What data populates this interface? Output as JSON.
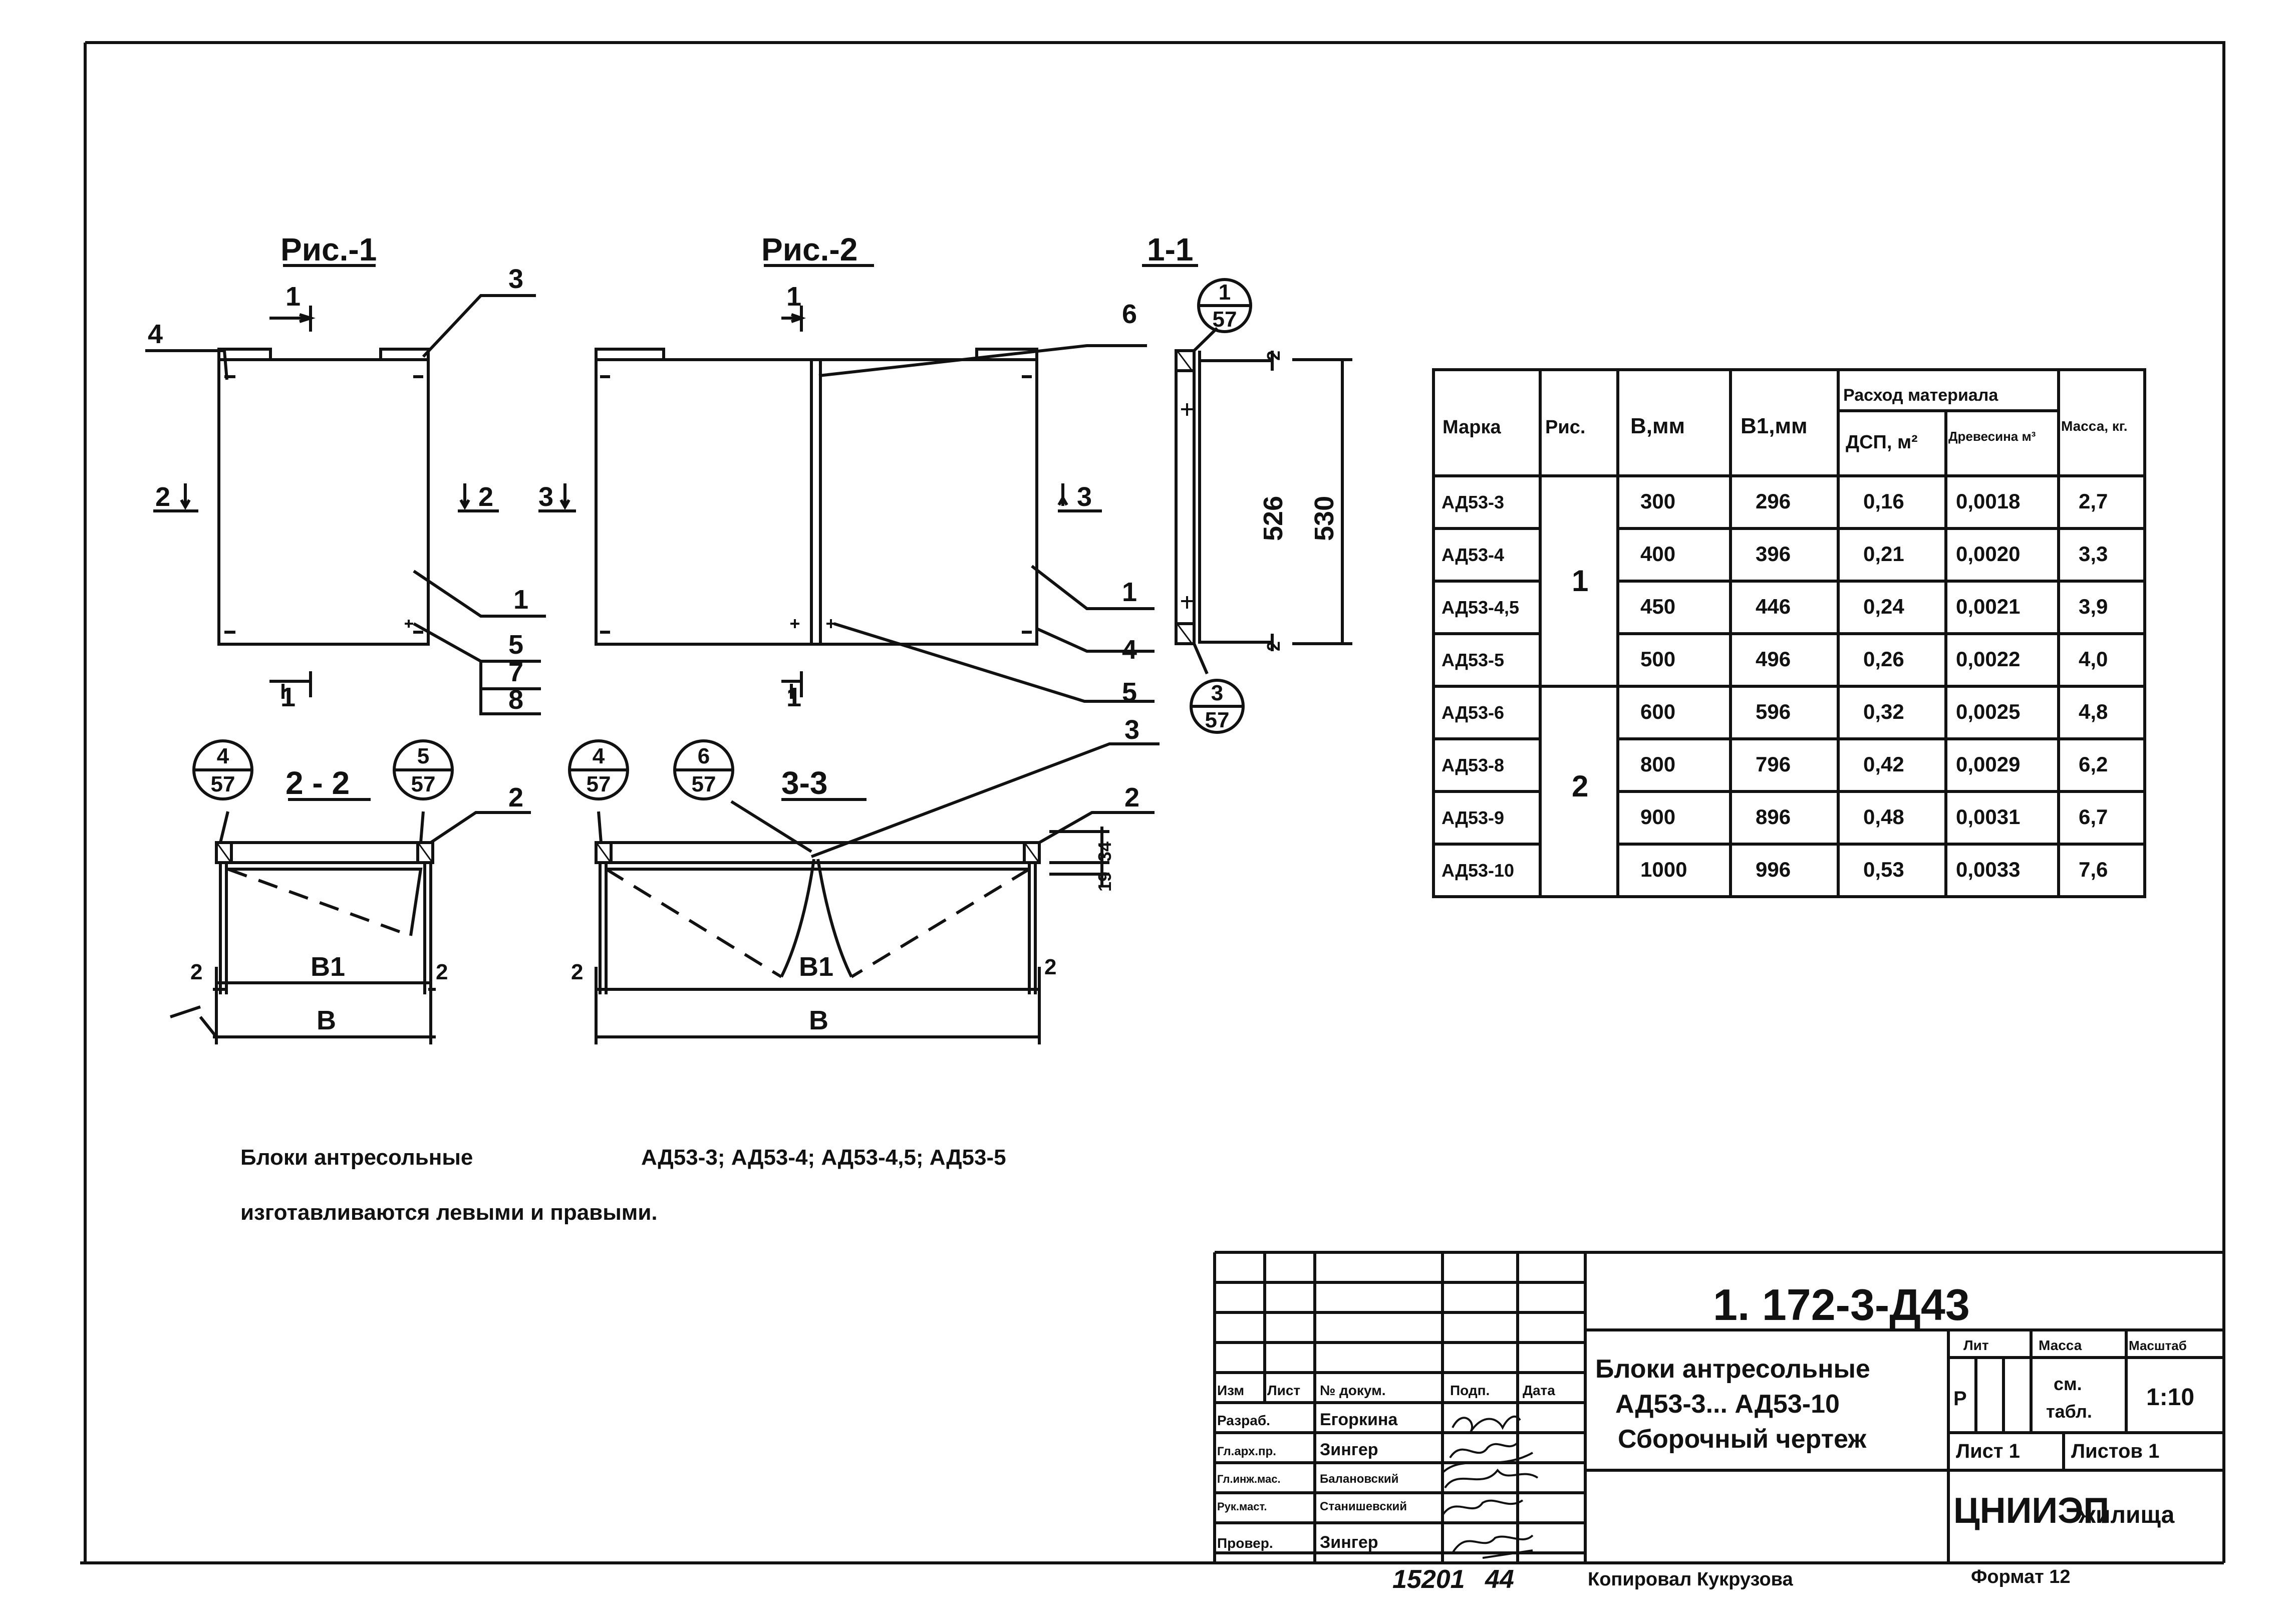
{
  "figures": {
    "fig1_label": "Рис.-1",
    "fig2_label": "Рис.-2",
    "sec11_label": "1-1",
    "sec22_label": "2 - 2",
    "sec33_label": "3-3",
    "cut1": "1",
    "cut2": "2",
    "cut3": "3",
    "dim_526": "526",
    "dim_530": "530",
    "dim_2": "2",
    "dim_34": "34",
    "dim_19": "19",
    "dim_B": "B",
    "dim_B1": "B1",
    "callouts": [
      "1",
      "2",
      "3",
      "4",
      "5",
      "6"
    ],
    "fraction_5_7": "5",
    "fraction_7": "7",
    "fraction_8": "8",
    "bubbles": [
      {
        "num": "1",
        "den": "57"
      },
      {
        "num": "3",
        "den": "57"
      },
      {
        "num": "4",
        "den": "57"
      },
      {
        "num": "5",
        "den": "57"
      },
      {
        "num": "4",
        "den": "57"
      },
      {
        "num": "6",
        "den": "57"
      }
    ]
  },
  "spec_table": {
    "headers": {
      "mark": "Марка",
      "fig": "Рис.",
      "b": "B,мм",
      "b1": "B1,мм",
      "consumption": "Расход материала",
      "dsp": "ДСП, м²",
      "wood": "Древесина м³",
      "mass": "Масса, кг."
    },
    "rows": [
      {
        "mark": "АД53-3",
        "b": "300",
        "b1": "296",
        "dsp": "0,16",
        "wood": "0,0018",
        "mass": "2,7"
      },
      {
        "mark": "АД53-4",
        "b": "400",
        "b1": "396",
        "dsp": "0,21",
        "wood": "0,0020",
        "mass": "3,3"
      },
      {
        "mark": "АД53-4,5",
        "b": "450",
        "b1": "446",
        "dsp": "0,24",
        "wood": "0,0021",
        "mass": "3,9"
      },
      {
        "mark": "АД53-5",
        "b": "500",
        "b1": "496",
        "dsp": "0,26",
        "wood": "0,0022",
        "mass": "4,0"
      },
      {
        "mark": "АД53-6",
        "b": "600",
        "b1": "596",
        "dsp": "0,32",
        "wood": "0,0025",
        "mass": "4,8"
      },
      {
        "mark": "АД53-8",
        "b": "800",
        "b1": "796",
        "dsp": "0,42",
        "wood": "0,0029",
        "mass": "6,2"
      },
      {
        "mark": "АД53-9",
        "b": "900",
        "b1": "896",
        "dsp": "0,48",
        "wood": "0,0031",
        "mass": "6,7"
      },
      {
        "mark": "АД53-10",
        "b": "1000",
        "b1": "996",
        "dsp": "0,53",
        "wood": "0,0033",
        "mass": "7,6"
      }
    ],
    "fig_groups": [
      "1",
      "2"
    ]
  },
  "note": {
    "line1_a": "Блоки антресольные",
    "line1_b": "АД53-3; АД53-4; АД53-4,5; АД53-5",
    "line2": "изготавливаются левыми и правыми."
  },
  "title_block": {
    "doc_code": "1. 172-3-Д43",
    "title1": "Блоки антресольные",
    "title2": "АД53-3... АД53-10",
    "title3": "Сборочный чертеж",
    "col_izm": "Изм",
    "col_list": "Лист",
    "col_doc": "№ докум.",
    "col_sign": "Подп.",
    "col_date": "Дата",
    "roles": [
      {
        "role": "Разраб.",
        "name": "Егоркина"
      },
      {
        "role": "Гл.арх.пр.",
        "name": "Зингер"
      },
      {
        "role": "Гл.инж.мас.",
        "name": "Балановский"
      },
      {
        "role": "Рук.маст.",
        "name": "Станишевский"
      },
      {
        "role": "Провер.",
        "name": "Зингер"
      }
    ],
    "lit": "Лит",
    "lit_value": "Р",
    "mass": "Масса",
    "mass_value_1": "см.",
    "mass_value_2": "табл.",
    "scale": "Масштаб",
    "scale_value": "1:10",
    "sheet": "Лист 1",
    "sheets": "Листов 1",
    "org": "ЦНИИЭП",
    "org_suffix": "жилища",
    "copied": "Копировал Кукрузова",
    "format": "Формат 12",
    "inv": "15201",
    "inv2": "44"
  }
}
